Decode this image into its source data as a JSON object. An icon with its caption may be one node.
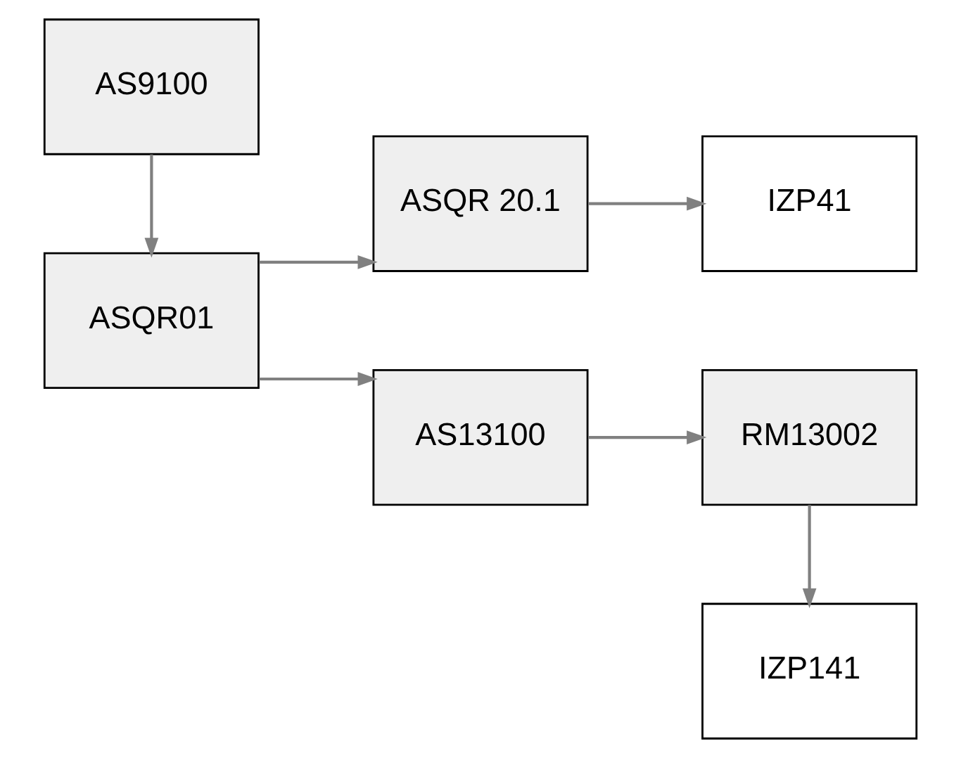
{
  "diagram": {
    "nodes": [
      {
        "text": [
          "AS9100"
        ]
      },
      {
        "text": [
          "ASQR01"
        ]
      },
      {
        "text": [
          "ASQR 20.1"
        ]
      },
      {
        "text": [
          "IZP41"
        ]
      },
      {
        "text": [
          "AS13100"
        ]
      },
      {
        "text": [
          "RM13002"
        ]
      },
      {
        "text": [
          "IZP141"
        ]
      }
    ],
    "edges": [
      {
        "from": 0,
        "to": 1,
        "arrow": "to"
      },
      {
        "from": 1,
        "to": 2,
        "arrow": "to"
      },
      {
        "from": 1,
        "to": 4,
        "arrow": "to"
      },
      {
        "from": 2,
        "to": 3,
        "arrow": "to"
      },
      {
        "from": 4,
        "to": 5,
        "arrow": "to"
      },
      {
        "from": 5,
        "to": 6,
        "arrow": "to"
      }
    ]
  }
}
